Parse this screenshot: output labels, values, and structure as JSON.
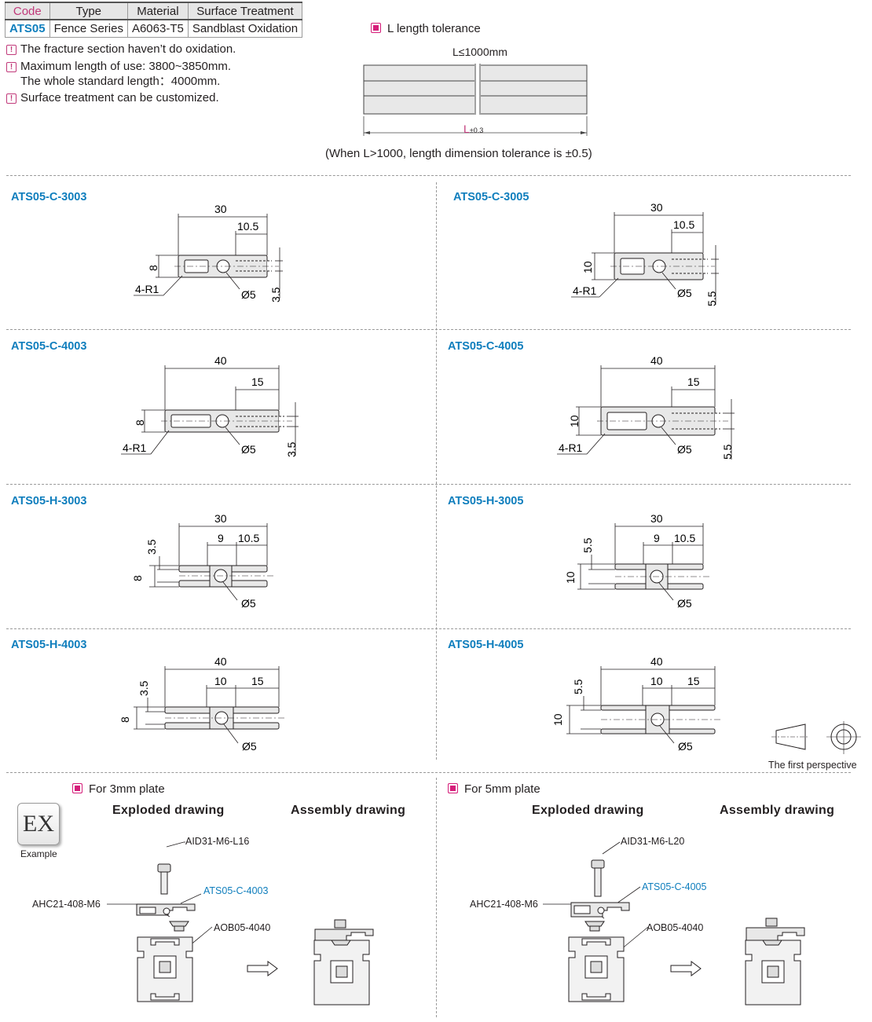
{
  "spec_table": {
    "headers": [
      "Code",
      "Type",
      "Material",
      "Surface Treatment"
    ],
    "row": [
      "ATS05",
      "Fence Series",
      "A6063-T5",
      "Sandblast Oxidation"
    ]
  },
  "notes": [
    "The fracture section haven’t do oxidation.",
    "Maximum length of use: 3800~3850mm.",
    "The whole standard length：4000mm.",
    "Surface treatment can be customized."
  ],
  "tolerance": {
    "title": "L length tolerance",
    "max_label": "L≤1000mm",
    "L": "L",
    "tol": "±0.3",
    "footnote": "(When L>1000, length dimension tolerance is ±0.5)"
  },
  "drawings": [
    {
      "code": "ATS05-C-3003",
      "width": "30",
      "offset": "10.5",
      "height": "8",
      "slot": "3.5",
      "hole": "Ø5",
      "radius": "4-R1"
    },
    {
      "code": "ATS05-C-3005",
      "width": "30",
      "offset": "10.5",
      "height": "10",
      "slot": "5.5",
      "hole": "Ø5",
      "radius": "4-R1"
    },
    {
      "code": "ATS05-C-4003",
      "width": "40",
      "offset": "15",
      "height": "8",
      "slot": "3.5",
      "hole": "Ø5",
      "radius": "4-R1"
    },
    {
      "code": "ATS05-C-4005",
      "width": "40",
      "offset": "15",
      "height": "10",
      "slot": "5.5",
      "hole": "Ø5",
      "radius": "4-R1"
    },
    {
      "code": "ATS05-H-3003",
      "width": "30",
      "dim_a": "9",
      "dim_b": "10.5",
      "height": "8",
      "slot": "3.5",
      "hole": "Ø5"
    },
    {
      "code": "ATS05-H-3005",
      "width": "30",
      "dim_a": "9",
      "dim_b": "10.5",
      "height": "10",
      "slot": "5.5",
      "hole": "Ø5"
    },
    {
      "code": "ATS05-H-4003",
      "width": "40",
      "dim_a": "10",
      "dim_b": "15",
      "height": "8",
      "slot": "3.5",
      "hole": "Ø5"
    },
    {
      "code": "ATS05-H-4005",
      "width": "40",
      "dim_a": "10",
      "dim_b": "15",
      "height": "10",
      "slot": "5.5",
      "hole": "Ø5"
    }
  ],
  "perspective_label": "The first perspective",
  "example": {
    "badge": "EX",
    "badge_label": "Example",
    "exploded": "Exploded drawing",
    "assembly": "Assembly drawing",
    "left": {
      "title": "For 3mm plate",
      "bolt": "AID31-M6-L16",
      "bracket": "ATS05-C-4003",
      "nut": "AHC21-408-M6",
      "profile": "AOB05-4040"
    },
    "right": {
      "title": "For 5mm plate",
      "bolt": "AID31-M6-L20",
      "bracket": "ATS05-C-4005",
      "nut": "AHC21-408-M6",
      "profile": "AOB05-4040"
    }
  },
  "colors": {
    "accent_blue": "#0f7ebd",
    "accent_pink": "#d51e7a",
    "part_fill": "#e8e8e8"
  }
}
